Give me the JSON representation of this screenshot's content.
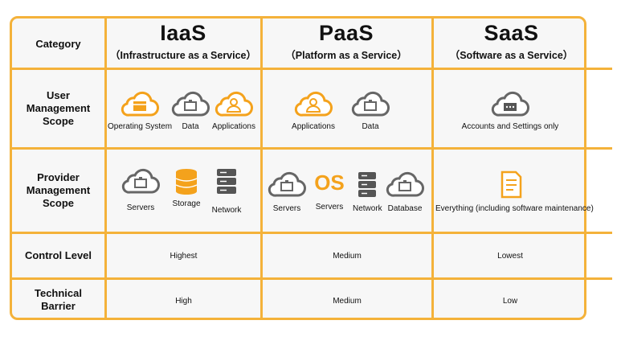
{
  "header": {
    "category": "Category"
  },
  "columns": [
    {
      "name": "IaaS",
      "full": "（Infrastructure as a Service）"
    },
    {
      "name": "PaaS",
      "full": "（Platform as a Service）"
    },
    {
      "name": "SaaS",
      "full": "（Software as a Service）"
    }
  ],
  "rows": {
    "user_scope": "User Management Scope",
    "user_scope_lines": [
      "User",
      "Management",
      "Scope"
    ],
    "provider_scope_lines": [
      "Provider",
      "Management",
      "Scope"
    ],
    "control_level": "Control Level",
    "technical_barrier_lines": [
      "Technical",
      "Barrier"
    ]
  },
  "user_scope": {
    "iaas": [
      "Operating System",
      "Data",
      "Applications"
    ],
    "paas": [
      "Applications",
      "Data"
    ],
    "saas": [
      "Accounts and Settings only"
    ]
  },
  "provider_scope": {
    "iaas": [
      "Servers",
      "Storage",
      "Network"
    ],
    "paas": [
      "Servers",
      "Servers",
      "Network",
      "Database"
    ],
    "paas_os_glyph": "OS",
    "saas": [
      "Everything (including software maintenance)"
    ]
  },
  "control": {
    "iaas": "Highest",
    "paas": "Medium",
    "saas": "Lowest"
  },
  "barrier": {
    "iaas": "High",
    "paas": "Medium",
    "saas": "Low"
  },
  "colors": {
    "accent": "#f4b23a",
    "icon_gray": "#666666",
    "icon_orange": "#f4a21c"
  }
}
